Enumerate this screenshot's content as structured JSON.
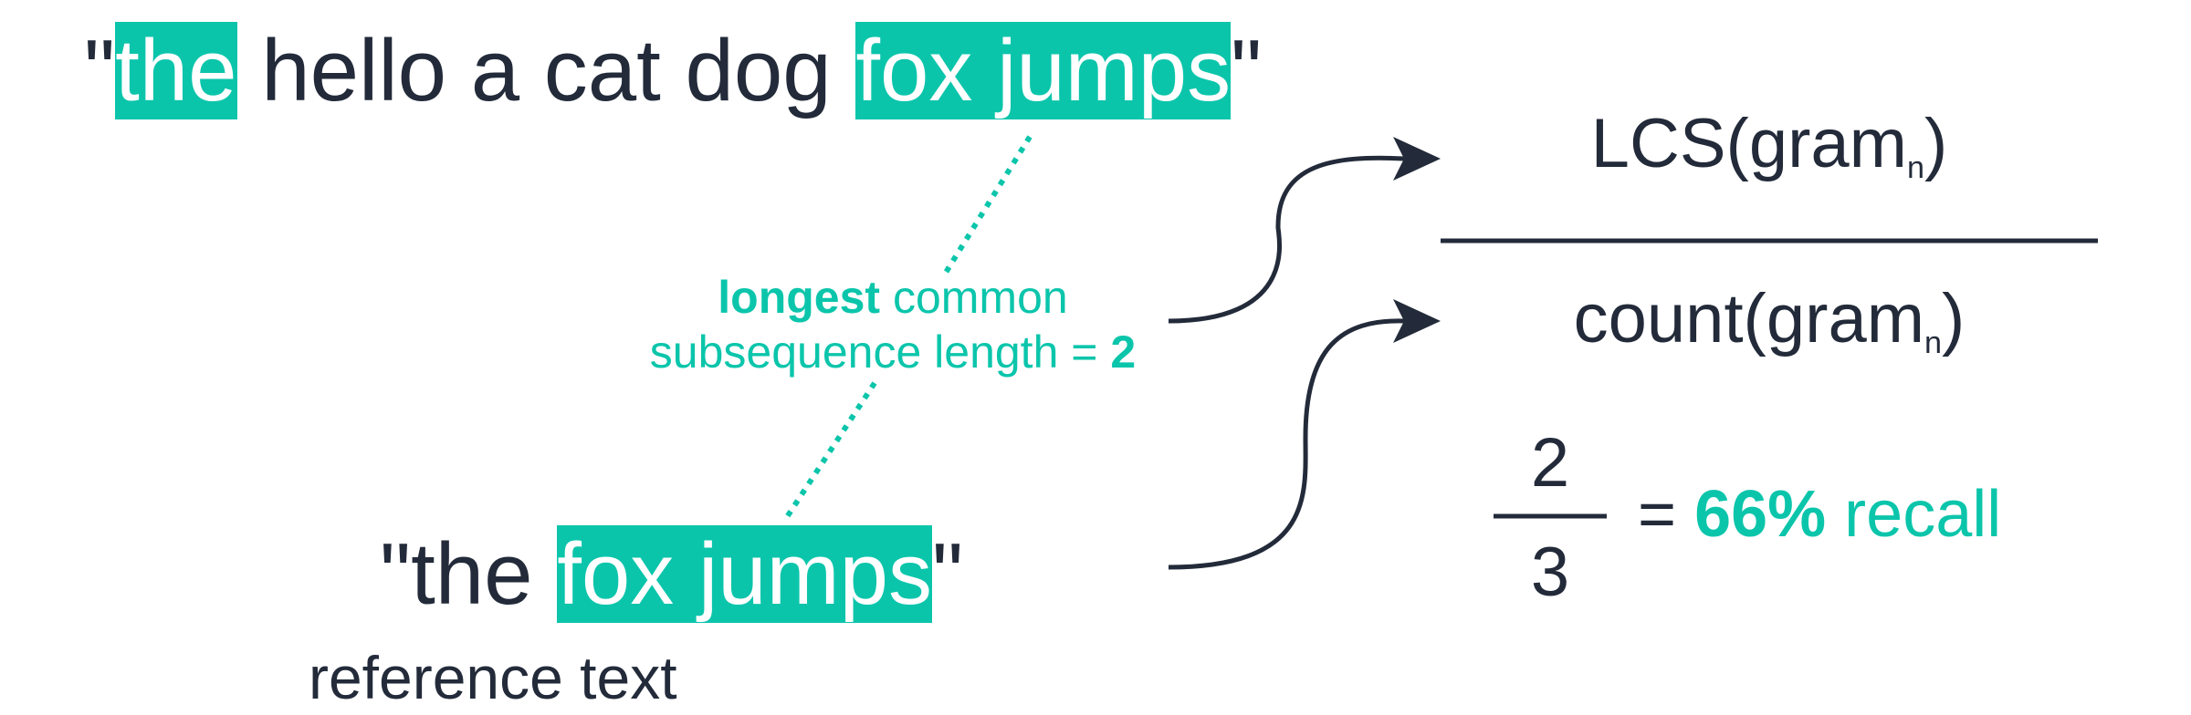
{
  "candidate": {
    "quote_open": "\"",
    "w1": "the",
    "middle": " hello a cat dog ",
    "w2": "fox jumps",
    "quote_close": "\""
  },
  "reference": {
    "quote_open": "\"",
    "w1": "the ",
    "w2": "fox jumps",
    "quote_close": "\"",
    "caption": "reference text"
  },
  "lcs_label": {
    "bold1": "longest",
    "text1": " common",
    "text2": "subsequence length = ",
    "bold2": "2"
  },
  "formula": {
    "numerator": "LCS(gram",
    "numerator_close": ")",
    "denominator": "count(gram",
    "denominator_close": ")",
    "subscript": "n"
  },
  "result": {
    "num": "2",
    "den": "3",
    "equals": "=",
    "percent": "66%",
    "label": " recall"
  },
  "colors": {
    "accent": "#0bc5ab",
    "text": "#232b3a"
  }
}
